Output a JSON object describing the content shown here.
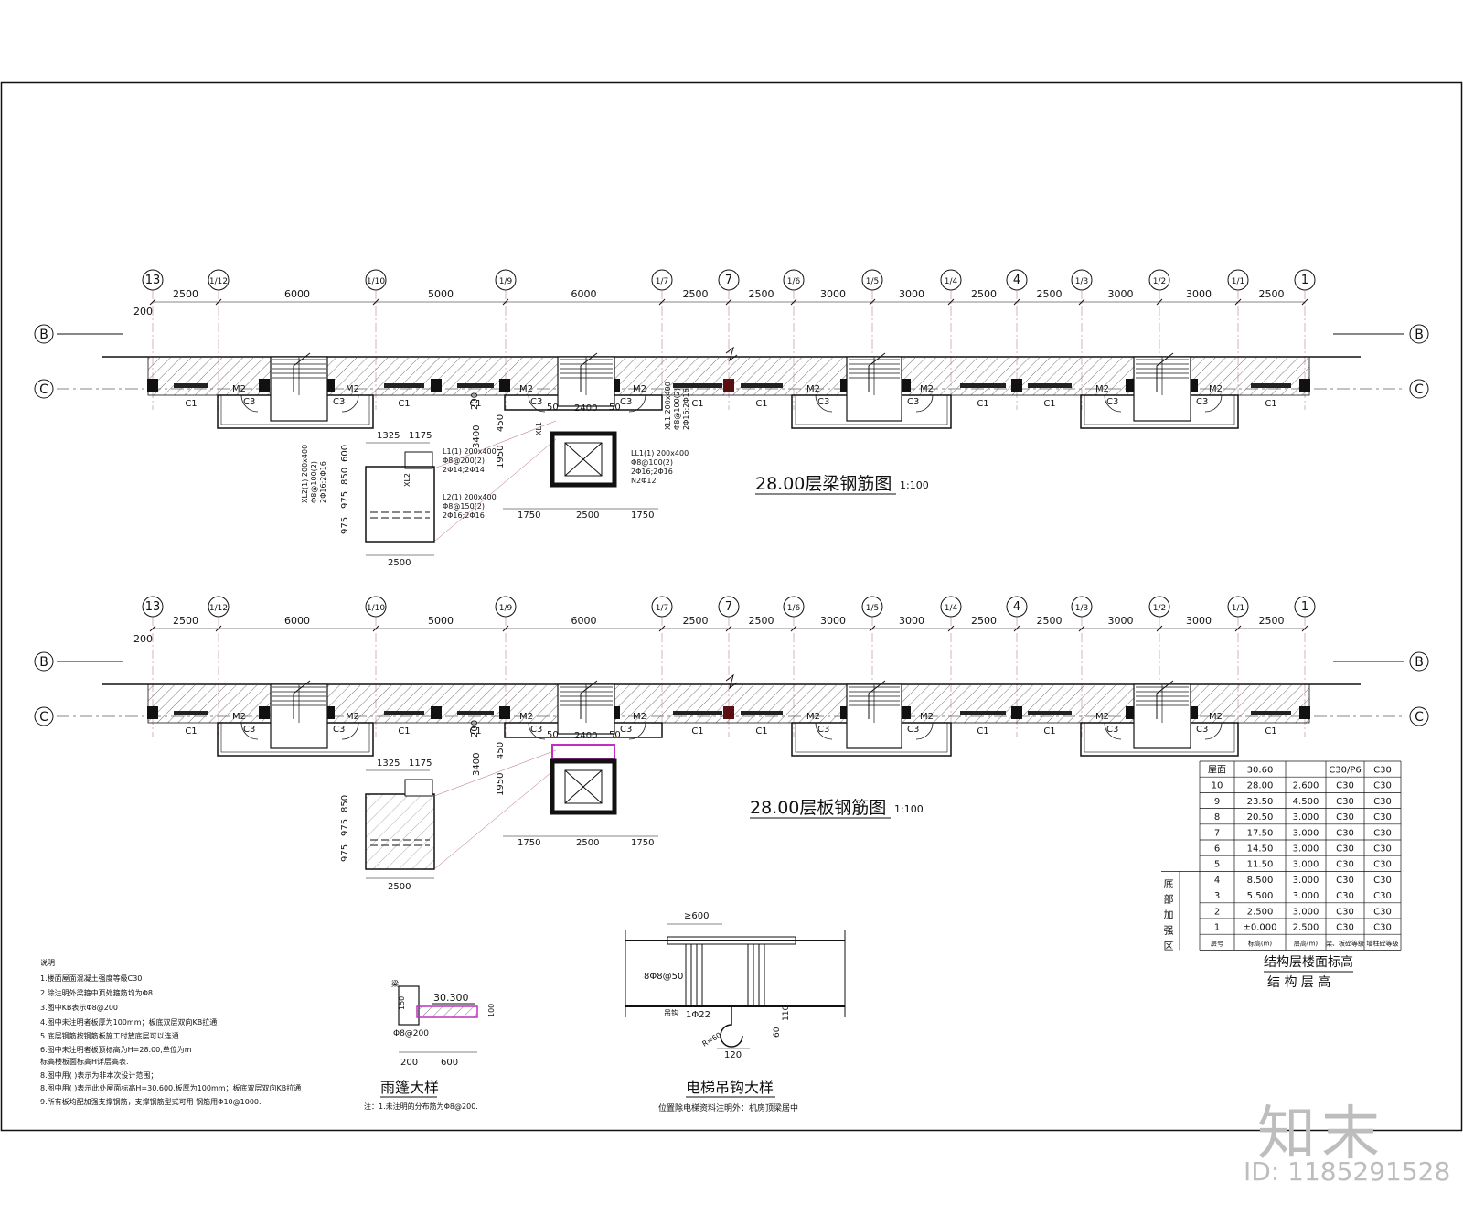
{
  "axis_labels": [
    "13",
    "1/12",
    "1/10",
    "1/9",
    "1/7",
    "7",
    "1/6",
    "1/5",
    "1/4",
    "4",
    "1/3",
    "1/2",
    "1/1",
    "1"
  ],
  "spans": [
    "2500",
    "6000",
    "5000",
    "6000",
    "2500",
    "2500",
    "3000",
    "3000",
    "2500",
    "2500",
    "3000",
    "3000",
    "2500"
  ],
  "spans_plan2": [
    "2500",
    "6000",
    "5000",
    "6000",
    "2500",
    "2500",
    "3000",
    "3000",
    "2500",
    "2500",
    "3000",
    "3000",
    "2500"
  ],
  "offset_200": "200",
  "row_labels": {
    "b": "B",
    "c": "C"
  },
  "tags": {
    "m2": "M2",
    "c1": "C1",
    "c3": "C3",
    "xl1": "XL1"
  },
  "plan1": {
    "title": "28.00层梁钢筋图",
    "scale": "1:100",
    "left_detail": {
      "top_dims": [
        "1325",
        "1175"
      ],
      "side_dims": [
        "600",
        "850",
        "975",
        "975"
      ],
      "bottom_dim": "2500",
      "note_xl2": [
        "XL2(1) 200x400",
        "Φ8@100(2)",
        "2Φ16;2Φ16"
      ],
      "note_l1": [
        "L1(1) 200x400",
        "Φ8@200(2)",
        "2Φ14;2Φ14"
      ],
      "note_l2": [
        "L2(1) 200x400",
        "Φ8@150(2)",
        "2Φ16;2Φ16"
      ],
      "tag_xl2": "XL2"
    },
    "elevator": {
      "top_dims": [
        "50",
        "2400",
        "50"
      ],
      "side_dims": [
        "3400",
        "450",
        "1950"
      ],
      "bottom_dims": [
        "1750",
        "2500",
        "1750"
      ],
      "note_xl1": [
        "XL1 200x400",
        "Φ8@100(2)",
        "2Φ16;2Φ16"
      ],
      "note_ll1": [
        "LL1(1) 200x400",
        "Φ8@100(2)",
        "2Φ16;2Φ16",
        "N2Φ12"
      ]
    },
    "c_tag": "C1",
    "wall_200": "200"
  },
  "plan2": {
    "title": "28.00层板钢筋图",
    "scale": "1:100",
    "left_detail": {
      "top_dims": [
        "1325",
        "1175"
      ],
      "side_dims": [
        "850",
        "975",
        "975"
      ],
      "bottom_dim": "2500"
    },
    "elevator": {
      "top_dims": [
        "50",
        "2400",
        "50"
      ],
      "side_dims": [
        "3400",
        "450",
        "1950"
      ],
      "bottom_dims": [
        "1750",
        "2500",
        "1750"
      ]
    },
    "wall_200": "200"
  },
  "level_table": {
    "roof_row": [
      "屋面",
      "30.60",
      "",
      "C30/P6",
      "C30"
    ],
    "rows": [
      [
        "10",
        "28.00",
        "2.600",
        "C30",
        "C30"
      ],
      [
        "9",
        "23.50",
        "4.500",
        "C30",
        "C30"
      ],
      [
        "8",
        "20.50",
        "3.000",
        "C30",
        "C30"
      ],
      [
        "7",
        "17.50",
        "3.000",
        "C30",
        "C30"
      ],
      [
        "6",
        "14.50",
        "3.000",
        "C30",
        "C30"
      ],
      [
        "5",
        "11.50",
        "3.000",
        "C30",
        "C30"
      ],
      [
        "4",
        "8.500",
        "3.000",
        "C30",
        "C30"
      ],
      [
        "3",
        "5.500",
        "3.000",
        "C30",
        "C30"
      ],
      [
        "2",
        "2.500",
        "3.000",
        "C30",
        "C30"
      ],
      [
        "1",
        "±0.000",
        "2.500",
        "C30",
        "C30"
      ]
    ],
    "header_row": [
      "层号",
      "标高(m)",
      "层高(m)",
      "梁、板砼等级",
      "墙柱砼等级"
    ],
    "side_label": [
      "底",
      "部",
      "加",
      "强",
      "区"
    ],
    "caption1": "结构层楼面标高",
    "caption2": "结 构 层 高"
  },
  "notes": {
    "title": "说明",
    "lines": [
      "1.楼面屋面混凝土强度等级C30",
      "2.除注明外梁箍中页处箍筋均为Φ8.",
      "3.图中KB表示Φ8@200",
      "4.图中未注明者板厚为100mm；板底双层双向KB拉通",
      "5.底层钢筋按钢筋板施工时放底层可以连通",
      "6.图中未注明者板顶标高为H=28.00,单位为m",
      "   标高楼板面标高H详层高表.",
      "8.图中用(     )表示为非本次设计范围；",
      "8.图中用(     )表示此处屋面标高H=30.600,板厚为100mm；板底双层双向KB拉通",
      "9.所有板均配加强支撑钢筋，支撑钢筋型式可用    钢筋用Φ10@1000."
    ]
  },
  "canopy": {
    "title": "雨篷大样",
    "elev": "30.300",
    "rebar": "Φ8@200",
    "dims": [
      "200",
      "600"
    ],
    "side_dims": [
      "150",
      "100"
    ],
    "tag": "梁",
    "note": "注：1.未注明的分布筋为Φ8@200."
  },
  "hook": {
    "title": "电梯吊钩大样",
    "dim_top": "≥600",
    "rebar": "8Φ8@50",
    "hook_label": "吊钩",
    "hook_bar": "1Φ22",
    "radius": "R=60",
    "dim_bottom": "120",
    "side_dims": [
      "60",
      "110"
    ],
    "note": "位置除电梯资料注明外：机房顶梁居中"
  },
  "watermark": "知末",
  "image_id": "ID: 1185291528"
}
